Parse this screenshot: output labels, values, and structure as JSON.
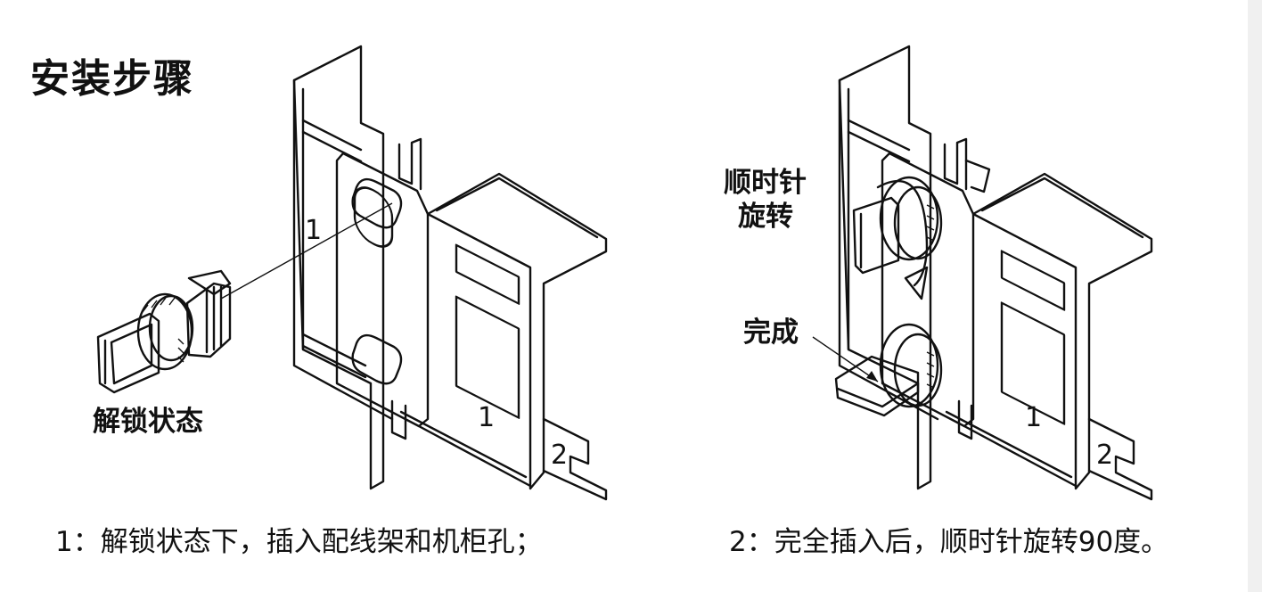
{
  "title": "安装步骤",
  "step1": {
    "part_label": "解锁状态",
    "caption": "1：解锁状态下，插入配线架和机柜孔；",
    "panel_marks": [
      "1",
      "1",
      "2"
    ]
  },
  "step2": {
    "rotate_label": [
      "顺时针",
      "旋转"
    ],
    "done_label": "完成",
    "caption": "2：完全插入后，顺时针旋转90度。",
    "panel_marks": [
      "1",
      "2"
    ]
  }
}
